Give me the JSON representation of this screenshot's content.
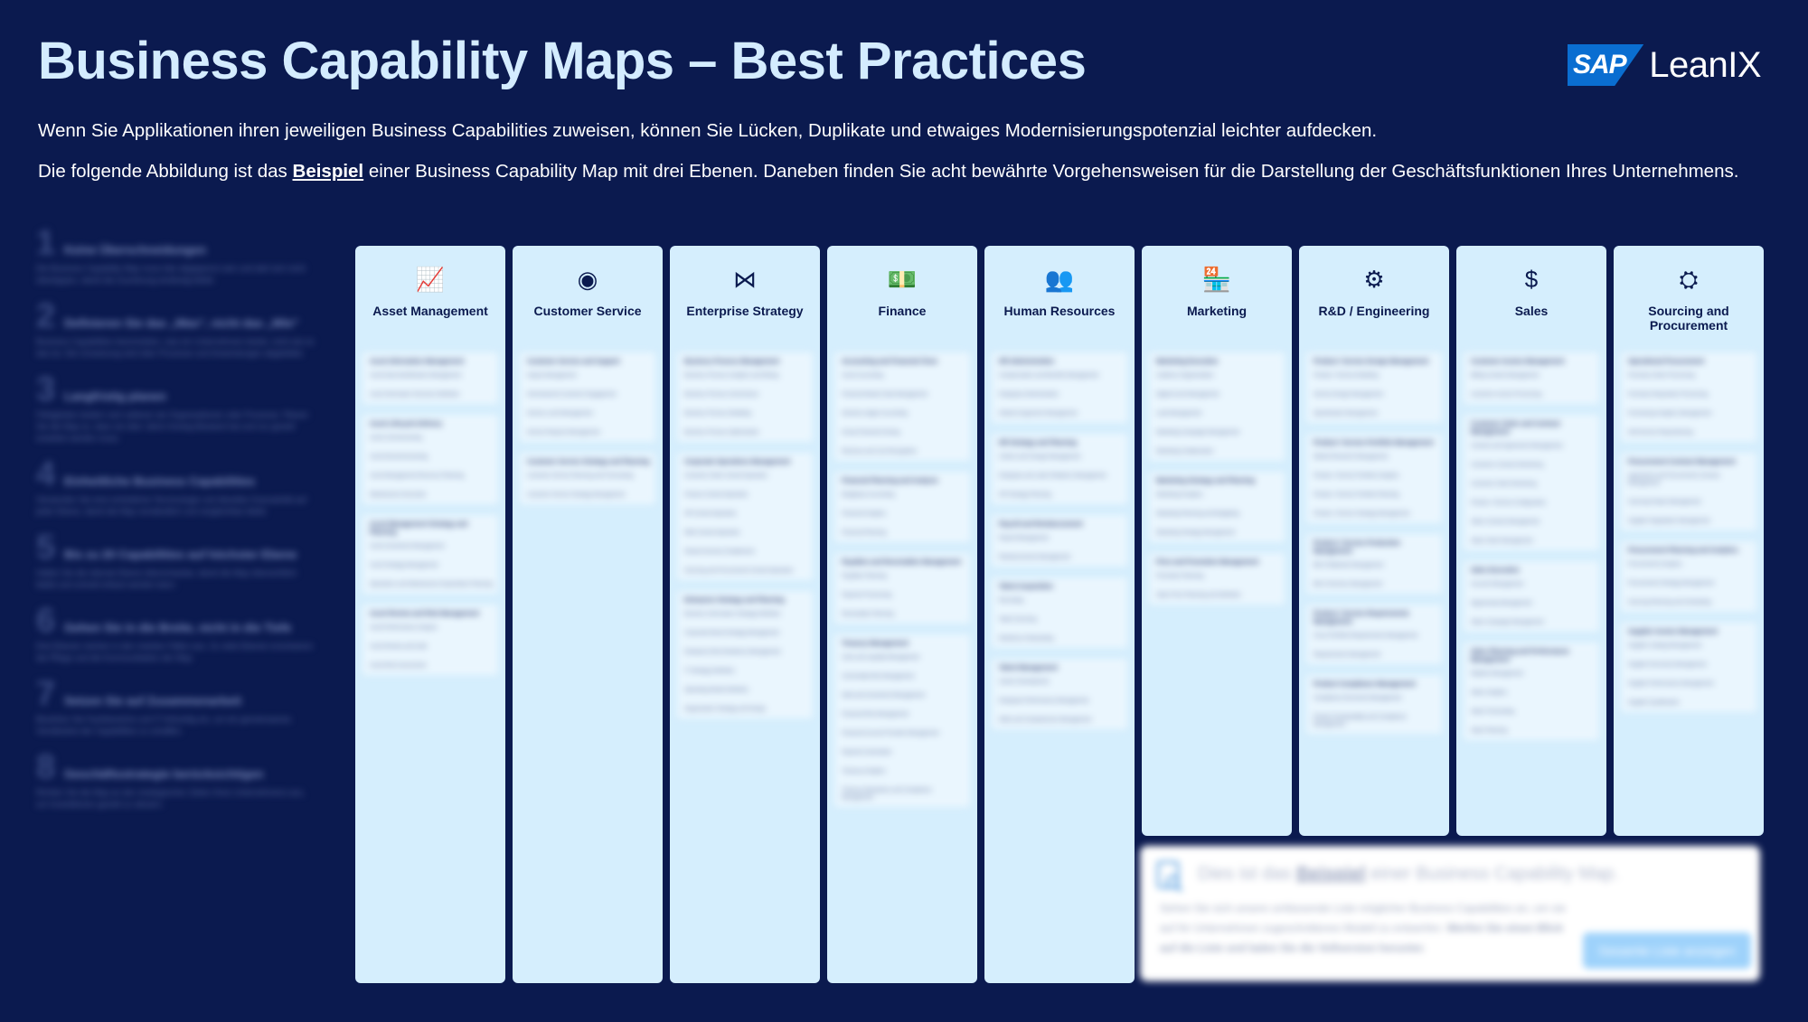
{
  "header": {
    "title": "Business Capability Maps – Best Practices",
    "logo_sap": "SAP",
    "logo_leanix": "LeanIX"
  },
  "intro": {
    "line1": "Wenn Sie Applikationen ihren jeweiligen Business Capabilities zuweisen, können Sie Lücken, Duplikate und etwaiges Modernisierungspotenzial leichter aufdecken.",
    "line2_before": "Die folgende Abbildung ist das ",
    "line2_link": "Beispiel",
    "line2_after": " einer Business Capability Map mit drei Ebenen. Daneben finden Sie acht bewährte Vorgehensweisen für die Darstellung der Geschäftsfunktionen Ihres Unternehmens."
  },
  "tips": [
    {
      "num": "1",
      "title": "Keine Überschneidungen",
      "text": "Die Business Capability Map muss klar abgegrenzt sein und darf sich nicht überlappen, damit die Zuordnung eindeutig bleibt."
    },
    {
      "num": "2",
      "title": "Definieren Sie das „Was“, nicht das „Wie“",
      "text": "Business Capabilities beschreiben, was ein Unternehmen leistet, nicht wie es das tut. Die Umsetzung wird über Prozesse und Anwendungen abgebildet."
    },
    {
      "num": "3",
      "title": "Langfristig planen",
      "text": "Fähigkeiten ändern sich seltener als Organisationen oder Prozesse. Planen Sie die Map so, dass sie über Jahre hinweg Bestand hat und nur gezielt erweitert werden muss."
    },
    {
      "num": "4",
      "title": "Einheitliche Business Capabilities",
      "text": "Verwenden Sie eine einheitliche Terminologie und dieselbe Granularität auf jeder Ebene, damit die Map verständlich und vergleichbar bleibt."
    },
    {
      "num": "5",
      "title": "Bis zu 20 Capabilities auf höchster Ebene",
      "text": "Halten Sie die oberste Ebene überschaubar, damit die Map übersichtlich bleibt und schnell erfasst werden kann."
    },
    {
      "num": "6",
      "title": "Gehen Sie in die Breite, nicht in die Tiefe",
      "text": "Drei Ebenen reichen in den meisten Fällen aus. Zu viele Ebenen erschweren die Pflege und die Kommunikation der Map."
    },
    {
      "num": "7",
      "title": "Setzen Sie auf Zusammenarbeit",
      "text": "Beziehen Sie Fachbereiche und IT frühzeitig ein, um ein gemeinsames Verständnis der Capabilities zu schaffen."
    },
    {
      "num": "8",
      "title": "Geschäftsstrategie berücksichtigen",
      "text": "Richten Sie die Map an den strategischen Zielen Ihres Unternehmens aus, um Investitionen gezielt zu steuern."
    }
  ],
  "columns": [
    {
      "key": "asset",
      "icon": "chart-sparkle-icon",
      "glyph": "📈",
      "title": "Asset Management",
      "boxes": [
        {
          "title": "Asset Information Management",
          "items": [
            "Asset Data Identification Management",
            "Asset Information Structure Definition"
          ]
        },
        {
          "title": "Asset Lifecycle Delivery",
          "items": [
            "Asset Commissioning",
            "Asset Decommissioning",
            "Asset Management Resource Planning",
            "Maintenance Execution"
          ]
        },
        {
          "title": "Asset Management Strategy and Planning",
          "items": [
            "Asset Investment Management",
            "Asset Strategy Management",
            "Operations and Maintenance Expenditure Planning"
          ]
        },
        {
          "title": "Asset Review and Risk Management",
          "items": [
            "Asset Performance Analysis",
            "Asset Review and Audit",
            "Asset Risk Assessment"
          ]
        }
      ]
    },
    {
      "key": "service",
      "icon": "user-circle-icon",
      "glyph": "◉",
      "title": "Customer Service",
      "boxes": [
        {
          "title": "Customer Service and Support",
          "items": [
            "Inquiry Management",
            "Omnichannel Customer Engagement",
            "Service Level Management",
            "Service Request Management"
          ]
        },
        {
          "title": "Customer Service Strategy and Planning",
          "items": [
            "Customer Service Planning and Forecasting",
            "Customer Service Strategy Management"
          ]
        }
      ]
    },
    {
      "key": "strategy",
      "icon": "share-nodes-icon",
      "glyph": "⋈",
      "title": "Enterprise Strategy",
      "boxes": [
        {
          "title": "Business Process Management",
          "items": [
            "Business Process Analytics and Mining",
            "Business Process Governance",
            "Business Process Modeling",
            "Business Process Optimization"
          ]
        },
        {
          "title": "Corporate Operations Management",
          "items": [
            "Customer Order Central Operation",
            "Finance Central Operation",
            "HR Central Operation",
            "R&D Central Operation",
            "Shared Services Enablement",
            "Sourcing and Procurement Central Operation"
          ]
        },
        {
          "title": "Enterprise Strategy and Planning",
          "items": [
            "Business Information Strategy Definition",
            "Corporate Brand Strategy Management",
            "Enterprise Risk Resilience Management",
            "IT Strategy Definition",
            "Operating Model Definition",
            "Organization Strategy and Design"
          ]
        }
      ]
    },
    {
      "key": "finance",
      "icon": "money-bill-icon",
      "glyph": "💵",
      "title": "Finance",
      "boxes": [
        {
          "title": "Accounting and Financial Close",
          "items": [
            "Asset Accounting",
            "Financial Master Data Management",
            "General Ledger Accounting",
            "Group Financial Closing",
            "Revenue and Cost Recognition"
          ]
        },
        {
          "title": "Financial Planning and Analysis",
          "items": [
            "Budgetary Accounting",
            "Financial Analytics",
            "Financial Planning"
          ]
        },
        {
          "title": "Payables and Receivables Management",
          "items": [
            "Payables Planning",
            "Payment Processing",
            "Receivables Planning"
          ]
        },
        {
          "title": "Treasury Management",
          "items": [
            "Cash and Liquidity Management",
            "Commodity Risk Management",
            "Debt and Investment Management",
            "Financial Risk Management",
            "Financial Account Provider Management",
            "Payment Automation",
            "Treasury Analytics",
            "Treasury Operations and Compliance Management"
          ]
        }
      ]
    },
    {
      "key": "hr",
      "icon": "people-group-icon",
      "glyph": "👥",
      "title": "Human Resources",
      "boxes": [
        {
          "title": "HR Administration",
          "items": [
            "Compensation and Benefits Management",
            "Employee Administration",
            "Global Assignment Management"
          ]
        },
        {
          "title": "HR Strategy and Planning",
          "items": [
            "Culture and Change Management",
            "Employee and Labor Relations Management",
            "HR Strategy Planning"
          ]
        },
        {
          "title": "Payroll and Reimbursement",
          "items": [
            "Payroll Management",
            "Reimbursement Management"
          ]
        },
        {
          "title": "Talent Acquisition",
          "items": [
            "Recruiting",
            "Talent Sourcing",
            "Workforce Onboarding"
          ]
        },
        {
          "title": "Talent Management",
          "items": [
            "Career Development",
            "Employee Performance Management",
            "Skills and Competencies Management"
          ]
        }
      ]
    },
    {
      "key": "marketing",
      "icon": "store-icon",
      "glyph": "🏪",
      "title": "Marketing",
      "short": true,
      "boxes": [
        {
          "title": "Marketing Execution",
          "items": [
            "Audience Segmentation",
            "Digital Asset Management",
            "Lead Management",
            "Marketing Campaign Management",
            "Marketing Collaboration"
          ]
        },
        {
          "title": "Marketing Strategy and Planning",
          "items": [
            "Marketing Analytics",
            "Marketing Planning and Budgeting",
            "Marketing Strategy Management"
          ]
        },
        {
          "title": "Price and Promotion Management",
          "items": [
            "Promotion Planning",
            "Sales Price Planning and Definition"
          ]
        }
      ]
    },
    {
      "key": "rd",
      "icon": "engineering-gears-icon",
      "glyph": "⚙",
      "title": "R&D / Engineering",
      "short": true,
      "boxes": [
        {
          "title": "Product / Service Design Management",
          "items": [
            "Product / Service Modeling",
            "Service Design Management",
            "Specification Management"
          ]
        },
        {
          "title": "Product / Service Portfolio Management",
          "items": [
            "Market Research Management",
            "Product / Service Portfolio Analytics",
            "Product / Service Portfolio Planning",
            "Product / Service Strategy Management"
          ]
        },
        {
          "title": "Product / Service Production Management",
          "items": [
            "Bill of Materials Management",
            "Bill of Services Management"
          ]
        },
        {
          "title": "Product / Service Requirements Management",
          "items": [
            "Cross-Portfolio Requirements Management",
            "Requirements Management"
          ]
        },
        {
          "title": "Product Compliance Management",
          "items": [
            "Compliance Document Management",
            "Product Sustainability and Compliance Management"
          ]
        }
      ]
    },
    {
      "key": "sales",
      "icon": "sales-list-icon",
      "glyph": "$",
      "title": "Sales",
      "short": true,
      "boxes": [
        {
          "title": "Customer Invoice Management",
          "items": [
            "Billing Content Management",
            "Customer Invoice Processing"
          ]
        },
        {
          "title": "Customer Order and Contract Management",
          "items": [
            "Contract and Agreement Management",
            "Customer Contract Monitoring",
            "Customer Order Monitoring",
            "Product / Service Configuration",
            "Sales Contract Management",
            "Sales Order Management"
          ]
        },
        {
          "title": "Sales Execution",
          "items": [
            "Account Management",
            "Opportunity Management",
            "Sales Campaign Management"
          ]
        },
        {
          "title": "Sales Planning and Performance Management",
          "items": [
            "Pipeline Management",
            "Sales Analytics",
            "Sales Forecasting",
            "Sales Planning"
          ]
        }
      ]
    },
    {
      "key": "sourcing",
      "icon": "procurement-dollar-icon",
      "glyph": "⛭",
      "title": "Sourcing and Procurement",
      "short": true,
      "boxes": [
        {
          "title": "Operational Procurement",
          "items": [
            "Purchase Order Processing",
            "Purchase Requisition Processing",
            "Purchasing Analytics Management",
            "Self-Service Requisitioning"
          ]
        },
        {
          "title": "Procurement Contract Management",
          "items": [
            "Agreement and Procurement Contract Management",
            "Sourcing Project Management",
            "Supplier Negotiation Management"
          ]
        },
        {
          "title": "Procurement Planning and Analytics",
          "items": [
            "Procurement Analytics",
            "Procurement Strategy Management",
            "Sourcing Planning and Scheduling"
          ]
        },
        {
          "title": "Supplier Invoice Management",
          "items": [
            "Supplier Catalog Management",
            "Supplier Discovery Management",
            "Supplier Performance Management",
            "Supplier Qualification"
          ]
        }
      ]
    }
  ],
  "cta": {
    "icon": "document-search-icon",
    "heading_before": "Dies ist das ",
    "heading_link": "Beispiel",
    "heading_after": " einer Business Capability Map.",
    "text_before": "Sehen Sie sich unsere umfassende Liste möglicher Business Capabilities an, um sie auf Ihr Unternehmen zugeschnittenes Modell zu entwerfen. ",
    "text_bold": "Werfen Sie einen Blick auf die Liste und laden Sie die Vollversion herunter.",
    "button_label": "Gesamte Liste anzeigen"
  }
}
